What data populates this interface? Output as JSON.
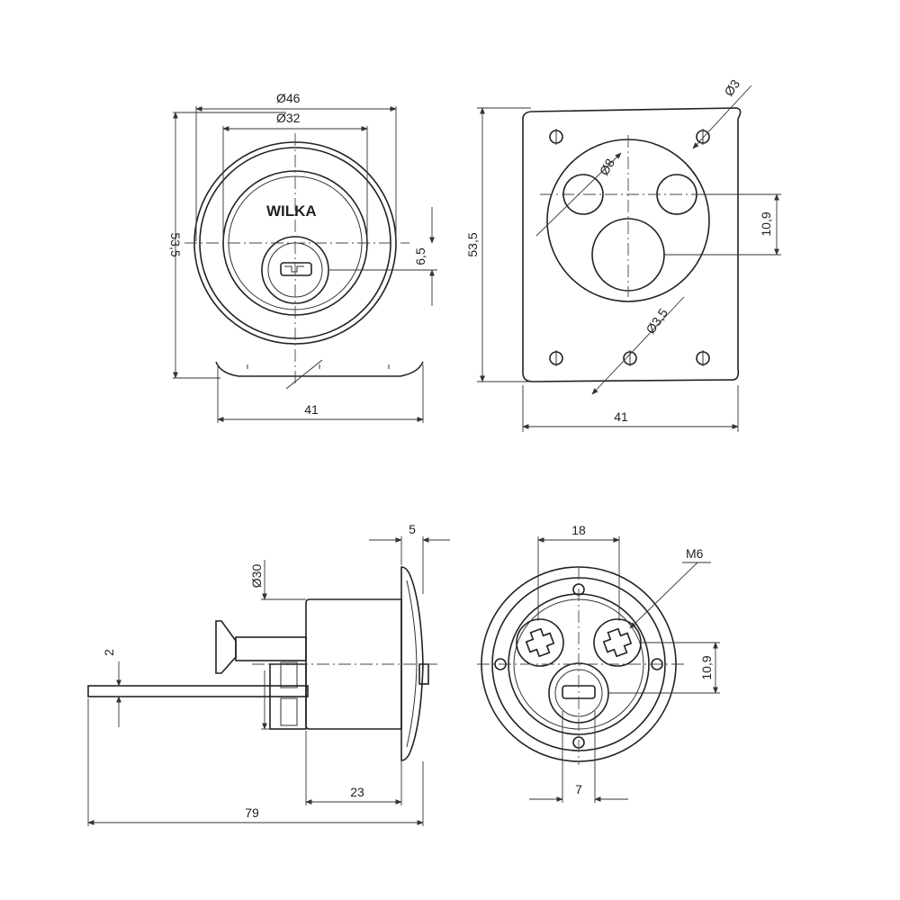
{
  "brand": "WILKA",
  "front_view": {
    "outer_dia": "Ø46",
    "inner_dia": "Ø32",
    "height": "53,5",
    "offset": "6,5",
    "width": "41"
  },
  "back_view": {
    "height": "53,5",
    "width": "41",
    "hole_dia_small": "Ø3",
    "hole_dia_pin": "Ø8",
    "hole_spacing": "10,9",
    "hole_dia_bottom": "Ø3,5"
  },
  "side_view": {
    "flange": "5",
    "body_dia": "Ø30",
    "tail_height": "2",
    "body_length": "23",
    "overall_length": "79"
  },
  "rear_view": {
    "screw_spacing": "18",
    "thread": "M6",
    "vertical_spacing": "10,9",
    "cam_width": "7"
  }
}
